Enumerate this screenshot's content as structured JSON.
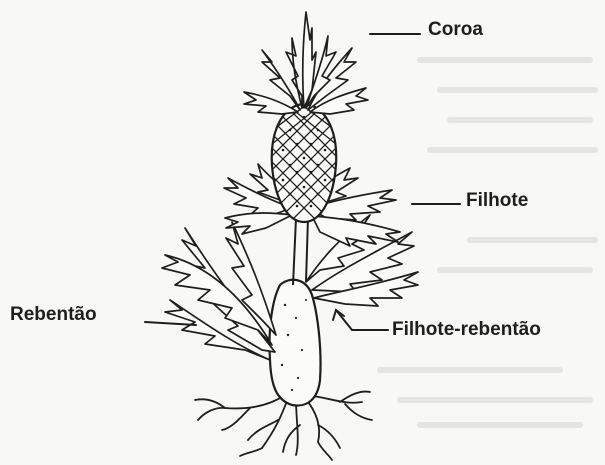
{
  "labels": {
    "coroa": "Coroa",
    "filhote": "Filhote",
    "rebentao": "Rebentão",
    "filhote_rebentao": "Filhote-rebentão"
  },
  "colors": {
    "ink": "#1e1e1e",
    "paper": "#f8f8f6"
  }
}
